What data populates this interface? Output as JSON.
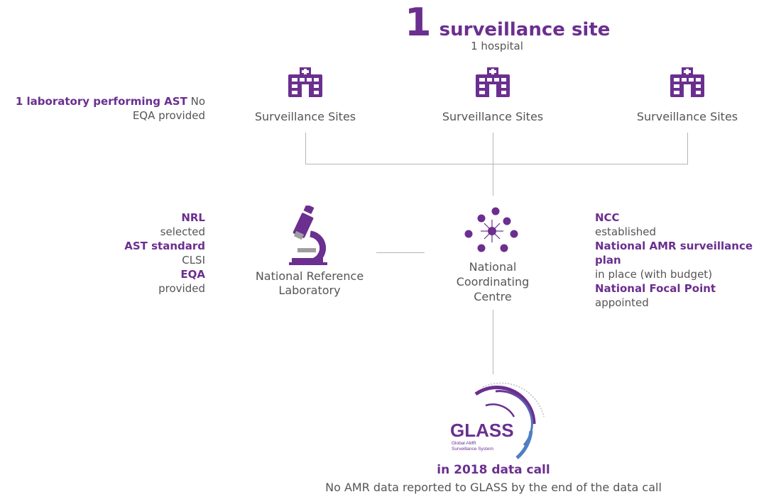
{
  "header": {
    "number": "1",
    "title": "surveillance site",
    "subtitle": "1 hospital"
  },
  "lab_info": {
    "highlight": "1 laboratory performing AST",
    "rest_line1": " No",
    "rest_line2": "EQA provided"
  },
  "sites": [
    {
      "label": "Surveillance Sites"
    },
    {
      "label": "Surveillance Sites"
    },
    {
      "label": "Surveillance Sites"
    }
  ],
  "nrl_info": [
    {
      "text": "NRL",
      "emph": true
    },
    {
      "text": "selected",
      "emph": false
    },
    {
      "text": "AST standard",
      "emph": true
    },
    {
      "text": "CLSI",
      "emph": false
    },
    {
      "text": "EQA",
      "emph": true
    },
    {
      "text": "provided",
      "emph": false
    }
  ],
  "nrl": {
    "line1": "National Reference",
    "line2": "Laboratory"
  },
  "ncc": {
    "line1": "National",
    "line2": "Coordinating",
    "line3": "Centre"
  },
  "ncc_info": [
    {
      "text": "NCC",
      "emph": true
    },
    {
      "text": "established",
      "emph": false
    },
    {
      "text": "National AMR surveillance plan",
      "emph": true
    },
    {
      "text": "in place (with budget)",
      "emph": false
    },
    {
      "text": "National Focal Point",
      "emph": true
    },
    {
      "text": "appointed",
      "emph": false
    }
  ],
  "glass": {
    "logo_text": "GLASS",
    "tag_line1": "Global AMR",
    "tag_line2": "Surveillance System"
  },
  "footer": {
    "title": "in 2018 data call",
    "note": "No AMR data reported to GLASS by the end of the data call"
  },
  "colors": {
    "accent": "#6b2f8f",
    "line": "#b5b5b5",
    "text": "#555555",
    "glass_blue": "#4f7fc4"
  }
}
